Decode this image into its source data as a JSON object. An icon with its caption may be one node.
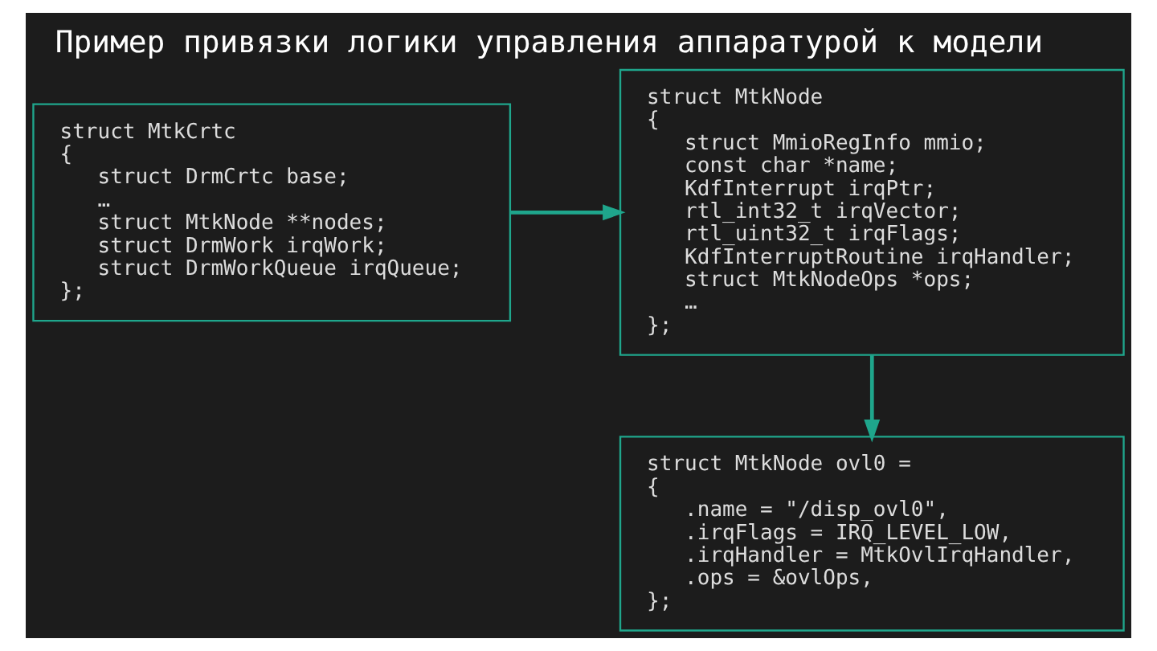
{
  "diagram": {
    "title": "Пример привязки логики управления аппаратурой к модели",
    "nodes": [
      {
        "text": [
          "struct MtkCrtc",
          "{",
          "struct DrmCrtc base;",
          "…",
          "struct MtkNode **nodes;",
          "struct DrmWork irqWork;",
          "struct DrmWorkQueue irqQueue;",
          "};"
        ]
      },
      {
        "text": [
          "struct MtkNode",
          "{",
          "struct MmioRegInfo mmio;",
          "const char *name;",
          "KdfInterrupt irqPtr;",
          "rtl_int32_t irqVector;",
          "rtl_uint32_t irqFlags;",
          "KdfInterruptRoutine irqHandler;",
          "struct MtkNodeOps *ops;",
          "…",
          "};"
        ]
      },
      {
        "text": [
          "struct MtkNode ovl0 =",
          "{",
          ".name = \"/disp_ovl0\",",
          ".irqFlags = IRQ_LEVEL_LOW,",
          ".irqHandler = MtkOvlIrqHandler,",
          ".ops = &ovlOps,",
          "};"
        ]
      }
    ],
    "edges": [
      {
        "from": 0,
        "to": 1,
        "arrow": "to"
      },
      {
        "from": 1,
        "to": 2,
        "arrow": "to"
      }
    ]
  }
}
